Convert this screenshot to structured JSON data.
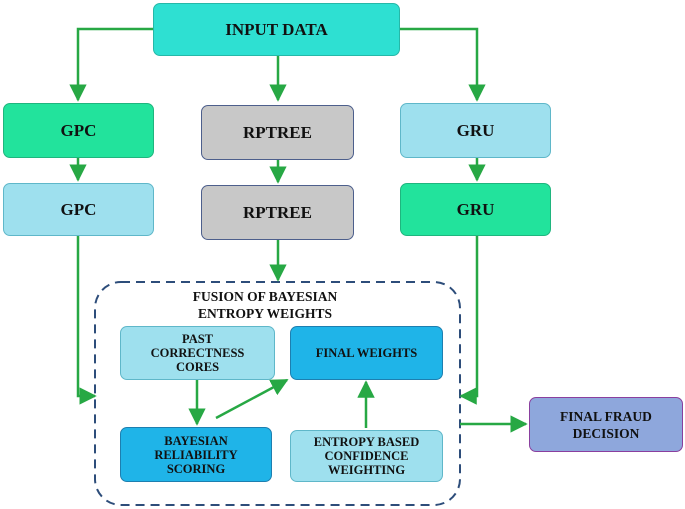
{
  "nodes": {
    "input": "INPUT DATA",
    "gpc_top": "GPC",
    "gpc_bottom": "GPC",
    "rptree_top": "RPTREE",
    "rptree_bottom": "RPTREE",
    "gru_top": "GRU",
    "gru_bottom": "GRU",
    "past_correctness": "PAST CORRECTNESS CORES",
    "final_weights": "FINAL WEIGHTS",
    "bayesian_reliability": "BAYESIAN RELIABILITY SCORING",
    "entropy_confidence": "ENTROPY BASED CONFIDENCE WEIGHTING",
    "final_decision": "FINAL FRAUD DECISION"
  },
  "fusion": {
    "title": "FUSION OF BAYESIAN ENTROPY WEIGHTS"
  },
  "colors": {
    "arrow": "#27a844",
    "teal": "#2ee0d2",
    "green": "#22e39c",
    "light_blue": "#9ee0ee",
    "gray": "#c8c8c8",
    "blue": "#1fb4e8",
    "lavender": "#8ea7dc",
    "dashed_border": "#2d4d7a"
  }
}
